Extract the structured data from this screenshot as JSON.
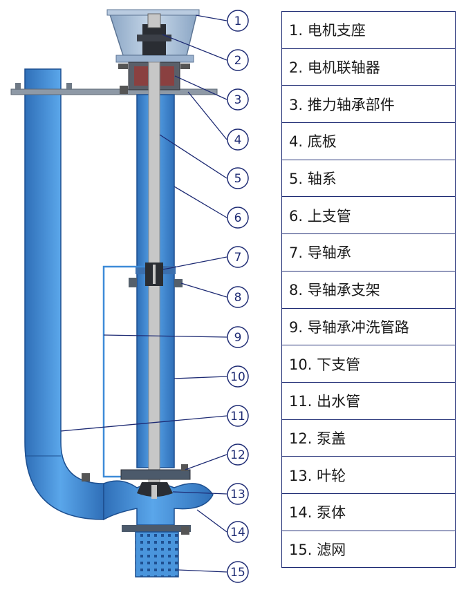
{
  "legend": {
    "items": [
      {
        "num": "1",
        "label": "1. 电机支座"
      },
      {
        "num": "2",
        "label": "2. 电机联轴器"
      },
      {
        "num": "3",
        "label": "3. 推力轴承部件"
      },
      {
        "num": "4",
        "label": "4. 底板"
      },
      {
        "num": "5",
        "label": "5. 轴系"
      },
      {
        "num": "6",
        "label": "6. 上支管"
      },
      {
        "num": "7",
        "label": "7. 导轴承"
      },
      {
        "num": "8",
        "label": "8. 导轴承支架"
      },
      {
        "num": "9",
        "label": "9. 导轴承冲洗管路"
      },
      {
        "num": "10",
        "label": "10. 下支管"
      },
      {
        "num": "11",
        "label": "11. 出水管"
      },
      {
        "num": "12",
        "label": "12. 泵盖"
      },
      {
        "num": "13",
        "label": "13. 叶轮"
      },
      {
        "num": "14",
        "label": "14. 泵体"
      },
      {
        "num": "15",
        "label": "15. 滤网"
      }
    ]
  },
  "colors": {
    "line": "#1d2a73",
    "pipe_blue": "#4a95dc",
    "pipe_dark": "#2b67ad",
    "shaft_grey": "#c7c7c7",
    "plate_grey": "#8e99a6",
    "motor_stand": "#a9bfd8"
  }
}
